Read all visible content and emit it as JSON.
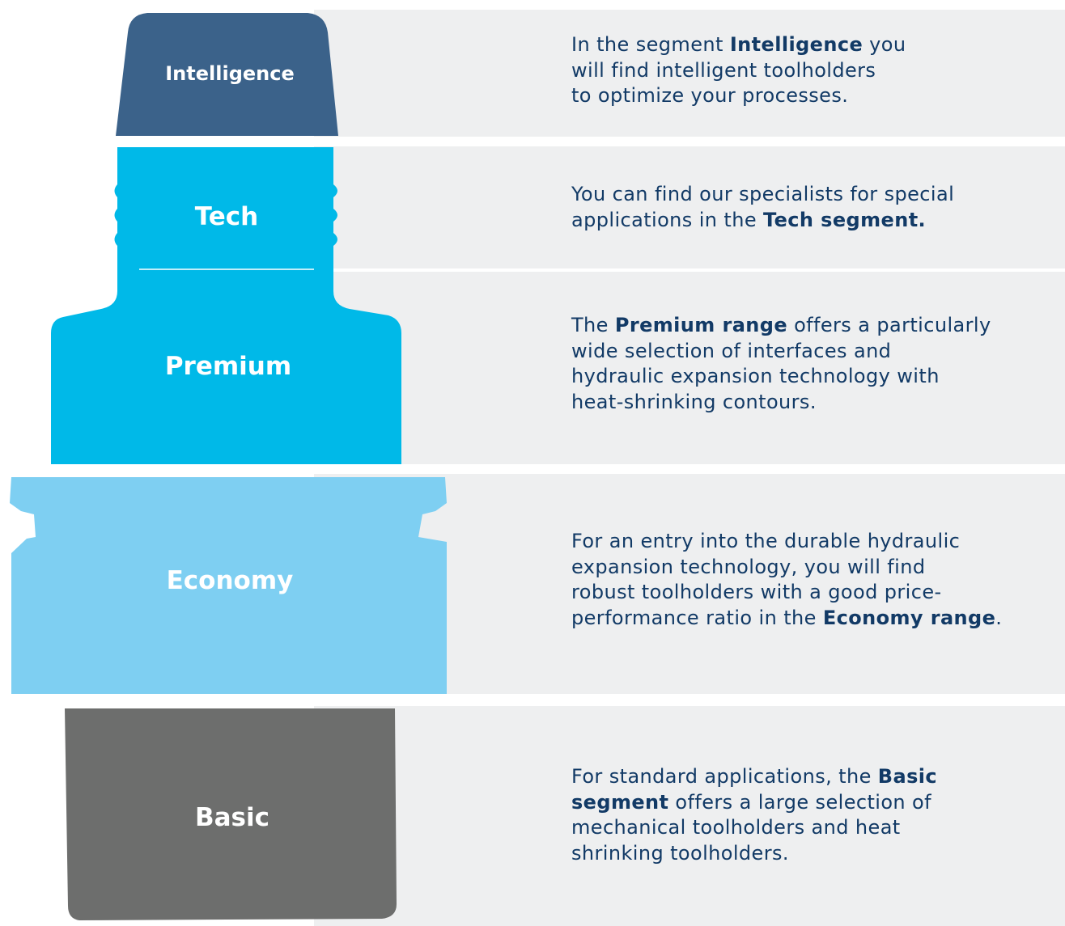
{
  "colors": {
    "panel": "#eeeff0",
    "intelligence": "#3b628a",
    "tech_premium": "#00b9e8",
    "economy": "#7ecff2",
    "basic": "#6d6e6d",
    "text": "#123a66",
    "label": "#ffffff"
  },
  "segments": [
    {
      "key": "intelligence",
      "label": "Intelligence",
      "description": [
        [
          {
            "t": "In the segment "
          },
          {
            "t": "Intelligence",
            "b": true
          },
          {
            "t": " you"
          }
        ],
        [
          {
            "t": "will find intelligent toolholders"
          }
        ],
        [
          {
            "t": "to optimize your processes."
          }
        ]
      ]
    },
    {
      "key": "tech",
      "label": "Tech",
      "description": [
        [
          {
            "t": "You can find our specialists for special"
          }
        ],
        [
          {
            "t": "applications in the "
          },
          {
            "t": "Tech segment.",
            "b": true
          }
        ]
      ]
    },
    {
      "key": "premium",
      "label": "Premium",
      "description": [
        [
          {
            "t": "The "
          },
          {
            "t": "Premium range",
            "b": true
          },
          {
            "t": " offers a particularly"
          }
        ],
        [
          {
            "t": "wide selection of interfaces and"
          }
        ],
        [
          {
            "t": "hydraulic expansion technology with"
          }
        ],
        [
          {
            "t": "heat-shrinking contours."
          }
        ]
      ]
    },
    {
      "key": "economy",
      "label": "Economy",
      "description": [
        [
          {
            "t": "For an entry into the durable hydraulic"
          }
        ],
        [
          {
            "t": "expansion technology, you will find"
          }
        ],
        [
          {
            "t": "robust toolholders with a good price-"
          }
        ],
        [
          {
            "t": "performance ratio in the "
          },
          {
            "t": "Economy range",
            "b": true
          },
          {
            "t": "."
          }
        ]
      ]
    },
    {
      "key": "basic",
      "label": "Basic",
      "description": [
        [
          {
            "t": "For standard applications, the "
          },
          {
            "t": "Basic",
            "b": true
          }
        ],
        [
          {
            "t": "segment",
            "b": true
          },
          {
            "t": " offers a large selection of"
          }
        ],
        [
          {
            "t": "mechanical toolholders and heat"
          }
        ],
        [
          {
            "t": "shrinking toolholders."
          }
        ]
      ]
    }
  ]
}
